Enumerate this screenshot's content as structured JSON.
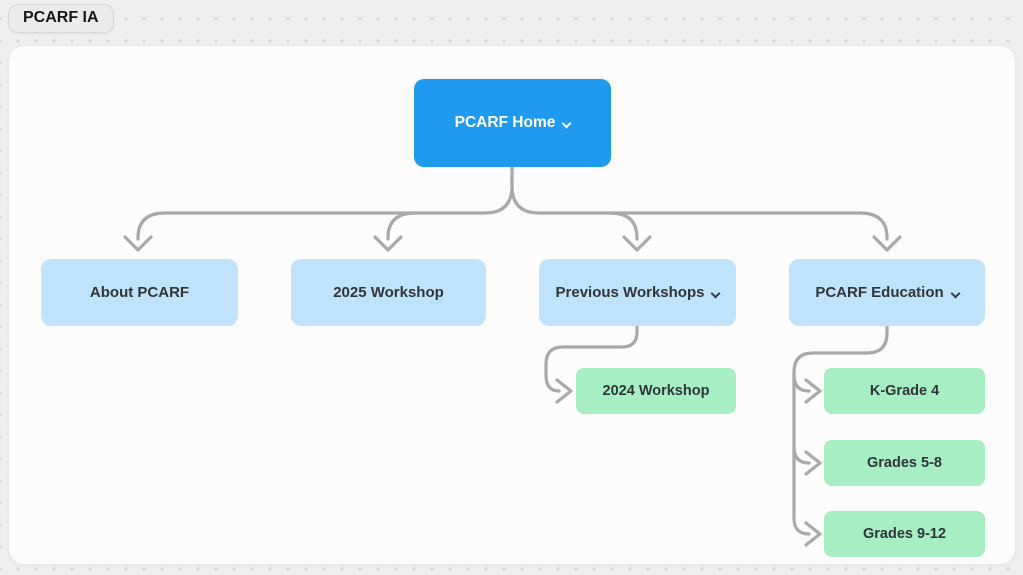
{
  "page_label": "PCARF IA",
  "colors": {
    "workspace_bg": "#F0EFEF",
    "grid_dot": "#D8D6D6",
    "canvas_bg": "#FCFCFC",
    "root_node": "#1E9BF0",
    "branch_node": "#BEE3FB",
    "leaf_node": "#A7EEC3",
    "connector": "#A9A9A9"
  },
  "nodes": [
    {
      "label": "PCARF Home",
      "level": "root",
      "has_dropdown_chevron": true
    },
    {
      "label": "About PCARF",
      "level": "branch",
      "has_dropdown_chevron": false
    },
    {
      "label": "2025 Workshop",
      "level": "branch",
      "has_dropdown_chevron": false
    },
    {
      "label": "Previous Workshops",
      "level": "branch",
      "has_dropdown_chevron": true
    },
    {
      "label": "PCARF Education",
      "level": "branch",
      "has_dropdown_chevron": true
    },
    {
      "label": "2024 Workshop",
      "level": "leaf",
      "has_dropdown_chevron": false
    },
    {
      "label": "K-Grade 4",
      "level": "leaf",
      "has_dropdown_chevron": false
    },
    {
      "label": "Grades 5-8",
      "level": "leaf",
      "has_dropdown_chevron": false
    },
    {
      "label": "Grades 9-12",
      "level": "leaf",
      "has_dropdown_chevron": false
    }
  ],
  "edges": [
    {
      "from": "PCARF Home",
      "to": "About PCARF"
    },
    {
      "from": "PCARF Home",
      "to": "2025 Workshop"
    },
    {
      "from": "PCARF Home",
      "to": "Previous Workshops"
    },
    {
      "from": "PCARF Home",
      "to": "PCARF Education"
    },
    {
      "from": "Previous Workshops",
      "to": "2024 Workshop"
    },
    {
      "from": "PCARF Education",
      "to": "K-Grade 4"
    },
    {
      "from": "PCARF Education",
      "to": "Grades 5-8"
    },
    {
      "from": "PCARF Education",
      "to": "Grades 9-12"
    }
  ]
}
